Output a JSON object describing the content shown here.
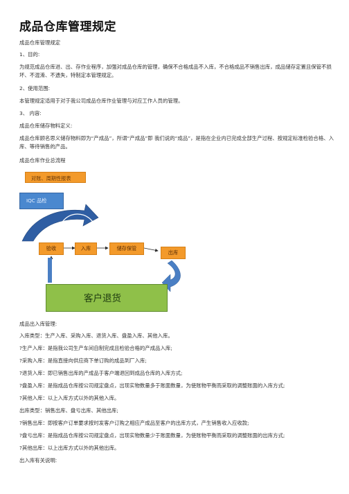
{
  "title": "成品仓库管理规定",
  "subtitle": "成品仓库管理规定",
  "sections": {
    "s1_heading": "1、目的:",
    "s1_body": "为规范成品仓库进、出、存作业程序，加强对成品仓库的管理，确保不合格成品不入库，不合格成品不销售出库，成品储存定置且保管不损坏、不混淆、不遗失，特制定本管理规定。",
    "s2_heading": "2、使用范围:",
    "s2_body": "本管理规定适用于对于我公司成品仓库作业管理与对应工作人员的管理。",
    "s3_heading": "3、 内容:",
    "s3_sub": "成品仓库储存物料定义:",
    "s3_body": "成品仓库顾名思义储存物料即为“产成品”，所谓“产成品”即 我们说的“成品”，是指在企业内已完成全部生产过程、按规定标准检验合格、入库、等待销售的产品。",
    "flow_title": "成品仓库作业总流程"
  },
  "diagram": {
    "report_box": "对账、周期性报表",
    "qc_box": "IQC 品检",
    "receive_box": "验收",
    "inbound_box": "入库",
    "storage_box": "储存保管",
    "outbound_box": "出库",
    "returns_box": "客户退货"
  },
  "after": {
    "inout_heading": "成品出入库管理:",
    "in_types": "入库类型：生产入库、采购入库、退货入库、盘盈入库、其他入库。",
    "in_1": "?生产入库：是指我公司生产车间自制完成且检验合格的产成品入库;",
    "in_2": "?采购入库：是指直接向供应商下单订购的成品到厂入库;",
    "in_3": "?退货入库：即已销售出库的产成品于客户端退回到成品仓库的入库方式;",
    "in_4": "?盘盈入库：是指成品仓库按公司规定盘点，出现实物数量多于账面数量，为使账物平衡而采取的调整账面的入库方式;",
    "in_5": "?其他入库：以上入库方式以外的其他入库。",
    "out_types": "出库类型：销售出库、盘亏出库、其他出库;",
    "out_1": "?销售出库：即按客户订单要求按时发客户订购之相应产成品至客户的出库方式，产生销售收入应收款;",
    "out_2": "?盘亏出库：是指成品仓库按公司规定盘点，出现实物数量少于账面数量，为使账物平衡而采取的调整账面的出库方式;",
    "out_3": "?其他出库：以上出库方式以外的其他出库。",
    "notes": "出入库有关说明:"
  }
}
